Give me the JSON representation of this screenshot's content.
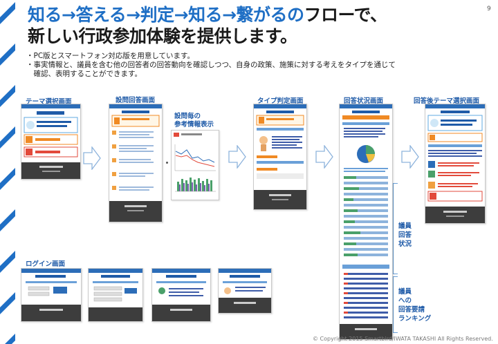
{
  "page": {
    "number": "9",
    "title_line1_blue": "知る→答える→判定→知る→繋がるの",
    "title_line1_dark": "フローで、",
    "title_line2": "新しい行政参加体験を提供します。",
    "bullets": [
      "・PC版とスマートフォン対応版を用意しています。",
      "・事実情報と、議員を含む他の回答者の回答動向を確認しつつ、自身の政策、施策に対する考えをタイプを通じて",
      "　確認、表明することができます。"
    ],
    "copyright": "© Copyright 2015 Smartbird/IWATA TAKASHI All Rights Reserved."
  },
  "labels": {
    "theme_select": "テーマ選択画面",
    "question_answer": "設問回答画面",
    "reference_line1": "設問毎の",
    "reference_line2": "参考情報表示",
    "type_result": "タイプ判定画面",
    "answer_status": "回答状況画面",
    "post_theme_select": "回答後テーマ選択画面",
    "login": "ログイン画面",
    "member_status": [
      "議員",
      "回答",
      "状況"
    ],
    "member_ranking": [
      "議員",
      "への",
      "回答要請",
      "ランキング"
    ]
  },
  "colors": {
    "title_blue": "#1f6fc5",
    "label_blue": "#1f5ba8",
    "stripe_blue": "#1f6fc5",
    "arrow_outline": "#8db3dc"
  }
}
